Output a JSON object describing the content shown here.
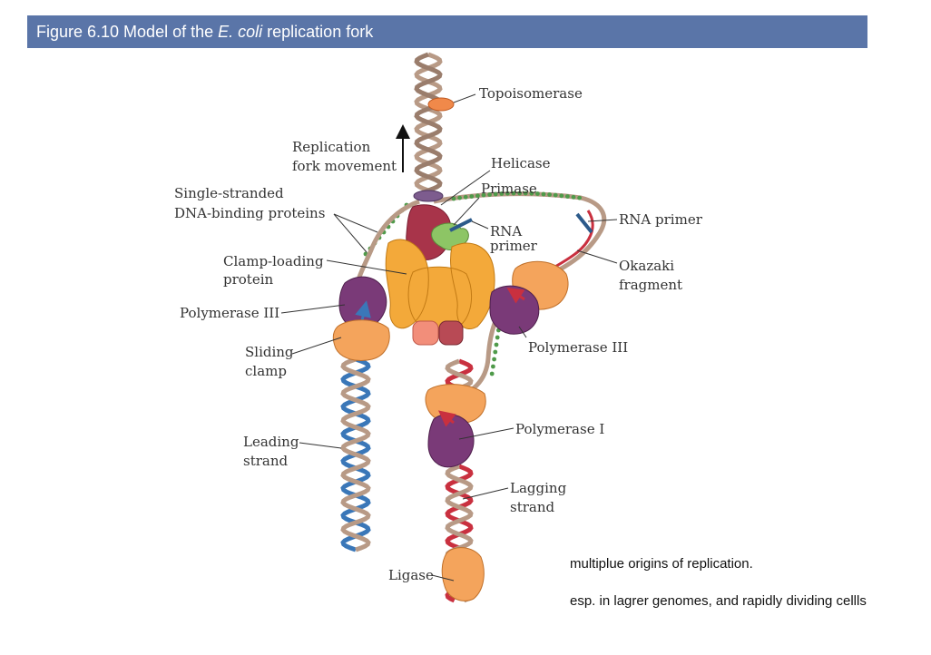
{
  "figure": {
    "title_prefix": "Figure 6.10  Model of the ",
    "title_italic": "E. coli",
    "title_suffix": " replication fork"
  },
  "labels": {
    "topoisomerase": "Topoisomerase",
    "replication_1": "Replication",
    "replication_2": "fork movement",
    "helicase": "Helicase",
    "primase": "Primase",
    "ssb_1": "Single-stranded",
    "ssb_2": "DNA-binding proteins",
    "rna_primer_center_1": "RNA",
    "rna_primer_center_2": "primer",
    "rna_primer_right": "RNA primer",
    "clamp_loading_1": "Clamp-loading",
    "clamp_loading_2": "protein",
    "okazaki_1": "Okazaki",
    "okazaki_2": "fragment",
    "pol3_left": "Polymerase III",
    "pol3_right": "Polymerase III",
    "sliding_1": "Sliding",
    "sliding_2": "clamp",
    "pol1": "Polymerase I",
    "leading_1": "Leading",
    "leading_2": "strand",
    "lagging_1": "Lagging",
    "lagging_2": "strand",
    "ligase": "Ligase"
  },
  "notes": {
    "line1": "multiplue origins of replication.",
    "line2": "esp. in lagrer genomes, and rapidly dividing cellls"
  },
  "colors": {
    "title_bg": "#5a75a8",
    "dna_tan": "#b89a86",
    "leading_blue": "#3a77b8",
    "lagging_red": "#c9303f",
    "ssb_green": "#4f9a4a",
    "pol3_purple": "#7a3a78",
    "clamp_orange": "#f4a45c",
    "clamp_loader": "#f3a93a",
    "helicase_red": "#a8344a",
    "primase_green": "#8dc565",
    "topo_orange": "#f0894a"
  }
}
